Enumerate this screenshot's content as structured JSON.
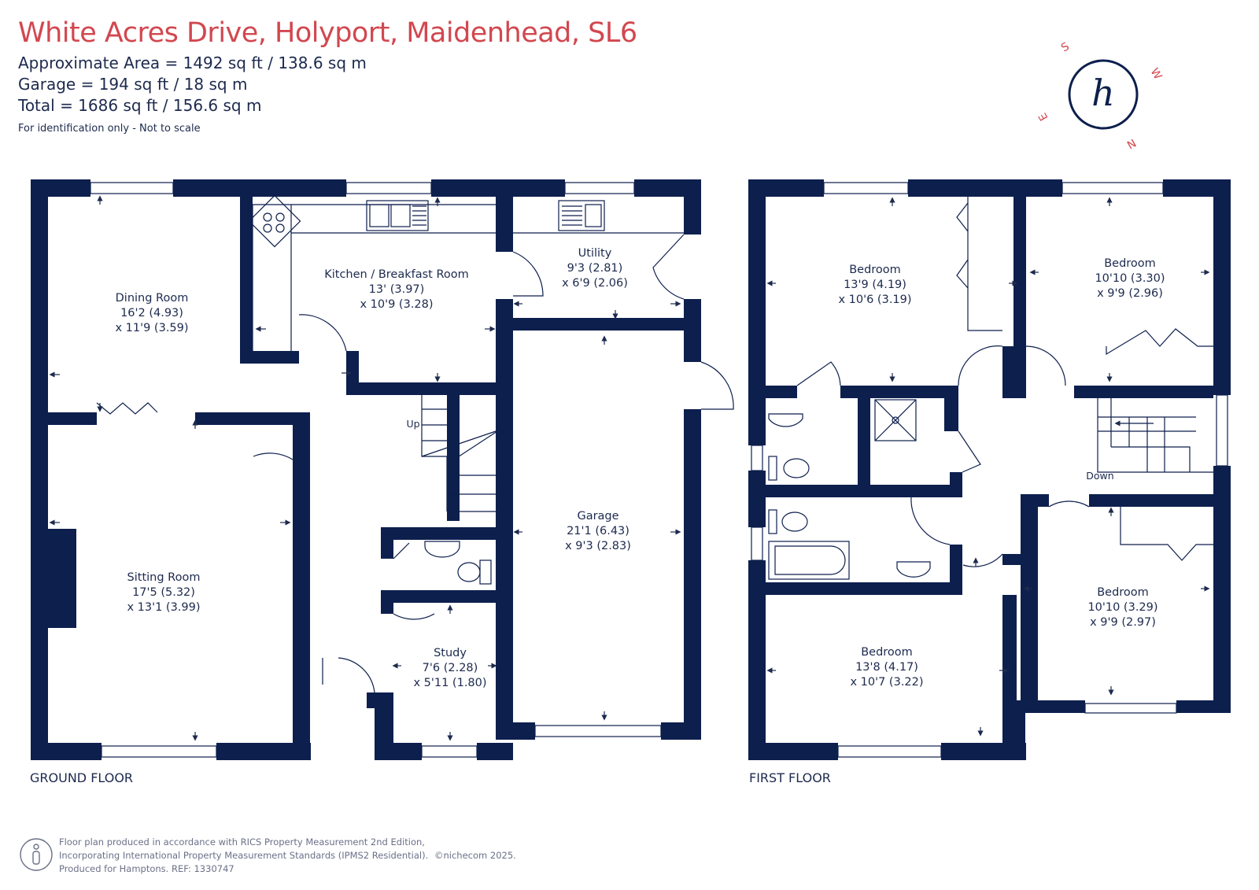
{
  "header": {
    "title": "White Acres Drive, Holyport, Maidenhead, SL6",
    "approx_area": "Approximate Area = 1492 sq ft / 138.6 sq m",
    "garage_area": "Garage = 194 sq ft / 18 sq m",
    "total_area": "Total = 1686 sq ft / 156.6 sq m",
    "note": "For identification only - Not to scale"
  },
  "compass": {
    "letters": [
      "S",
      "W",
      "N",
      "E"
    ],
    "logo_glyph": "h"
  },
  "floors": {
    "ground": {
      "label": "GROUND FLOOR",
      "stairs_label": "Up",
      "rooms": [
        {
          "id": "dining",
          "name": "Dining Room",
          "dim1": "16'2 (4.93)",
          "dim2": "x 11'9 (3.59)"
        },
        {
          "id": "kitchen",
          "name": "Kitchen / Breakfast Room",
          "dim1": "13' (3.97)",
          "dim2": "x 10'9 (3.28)"
        },
        {
          "id": "utility",
          "name": "Utility",
          "dim1": "9'3 (2.81)",
          "dim2": "x 6'9 (2.06)"
        },
        {
          "id": "sitting",
          "name": "Sitting Room",
          "dim1": "17'5 (5.32)",
          "dim2": "x 13'1 (3.99)"
        },
        {
          "id": "garage",
          "name": "Garage",
          "dim1": "21'1 (6.43)",
          "dim2": "x 9'3 (2.83)"
        },
        {
          "id": "study",
          "name": "Study",
          "dim1": "7'6 (2.28)",
          "dim2": "x 5'11 (1.80)"
        }
      ]
    },
    "first": {
      "label": "FIRST FLOOR",
      "stairs_label": "Down",
      "rooms": [
        {
          "id": "bed1",
          "name": "Bedroom",
          "dim1": "13'9 (4.19)",
          "dim2": "x 10'6 (3.19)"
        },
        {
          "id": "bed2",
          "name": "Bedroom",
          "dim1": "10'10 (3.30)",
          "dim2": "x 9'9 (2.96)"
        },
        {
          "id": "bed3",
          "name": "Bedroom",
          "dim1": "13'8 (4.17)",
          "dim2": "x 10'7 (3.22)"
        },
        {
          "id": "bed4",
          "name": "Bedroom",
          "dim1": "10'10 (3.29)",
          "dim2": "x 9'9 (2.97)"
        }
      ]
    }
  },
  "footer": {
    "line1": "Floor plan produced in accordance with RICS Property Measurement 2nd Edition,",
    "line2": "Incorporating International Property Measurement Standards (IPMS2 Residential).",
    "line3": "Produced for Hamptons.   REF: 1330747",
    "copyright": "©nichecom 2025."
  },
  "colors": {
    "wall": "#0d1f4d",
    "title": "#d2474f",
    "text": "#1d2a4e",
    "footer_text": "#6b7088"
  }
}
